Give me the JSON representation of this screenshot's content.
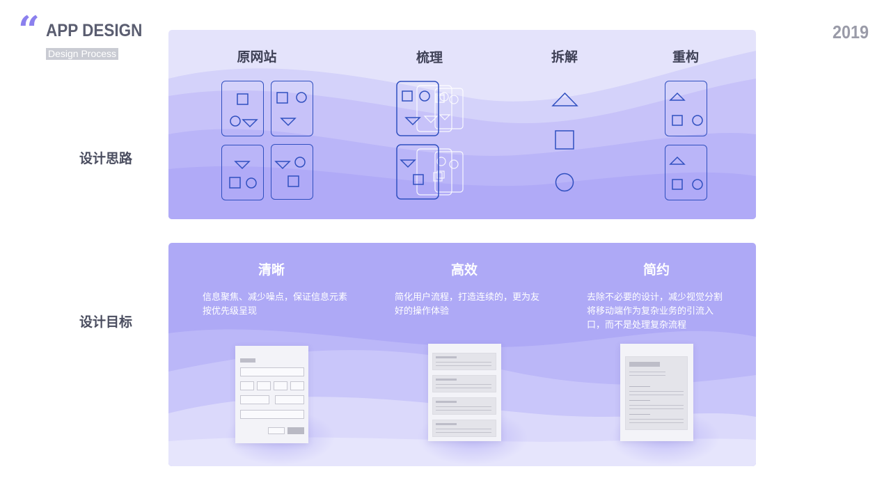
{
  "header": {
    "quote_mark": "“",
    "brand": "APP DESIGN",
    "brand_sub": "Design Process",
    "year": "2019"
  },
  "sections": {
    "thinking": "设计思路",
    "goals": "设计目标"
  },
  "process_columns": [
    "原网站",
    "梳理",
    "拆解",
    "重构"
  ],
  "goals": [
    {
      "title": "清晰",
      "desc": "信息聚焦、减少噪点，保证信息元素按优先级呈现"
    },
    {
      "title": "高效",
      "desc": "简化用户流程，打造连续的，更为友好的操作体验"
    },
    {
      "title": "简约",
      "desc": "去除不必要的设计，减少视觉分割将移动端作为复杂业务的引流入口，而不是处理复杂流程"
    }
  ],
  "colors": {
    "accent": "#8b80ee",
    "panel_light": "#e3e2fb",
    "panel_mid": "#b0abf6",
    "icon_stroke": "#2f4fbf"
  }
}
